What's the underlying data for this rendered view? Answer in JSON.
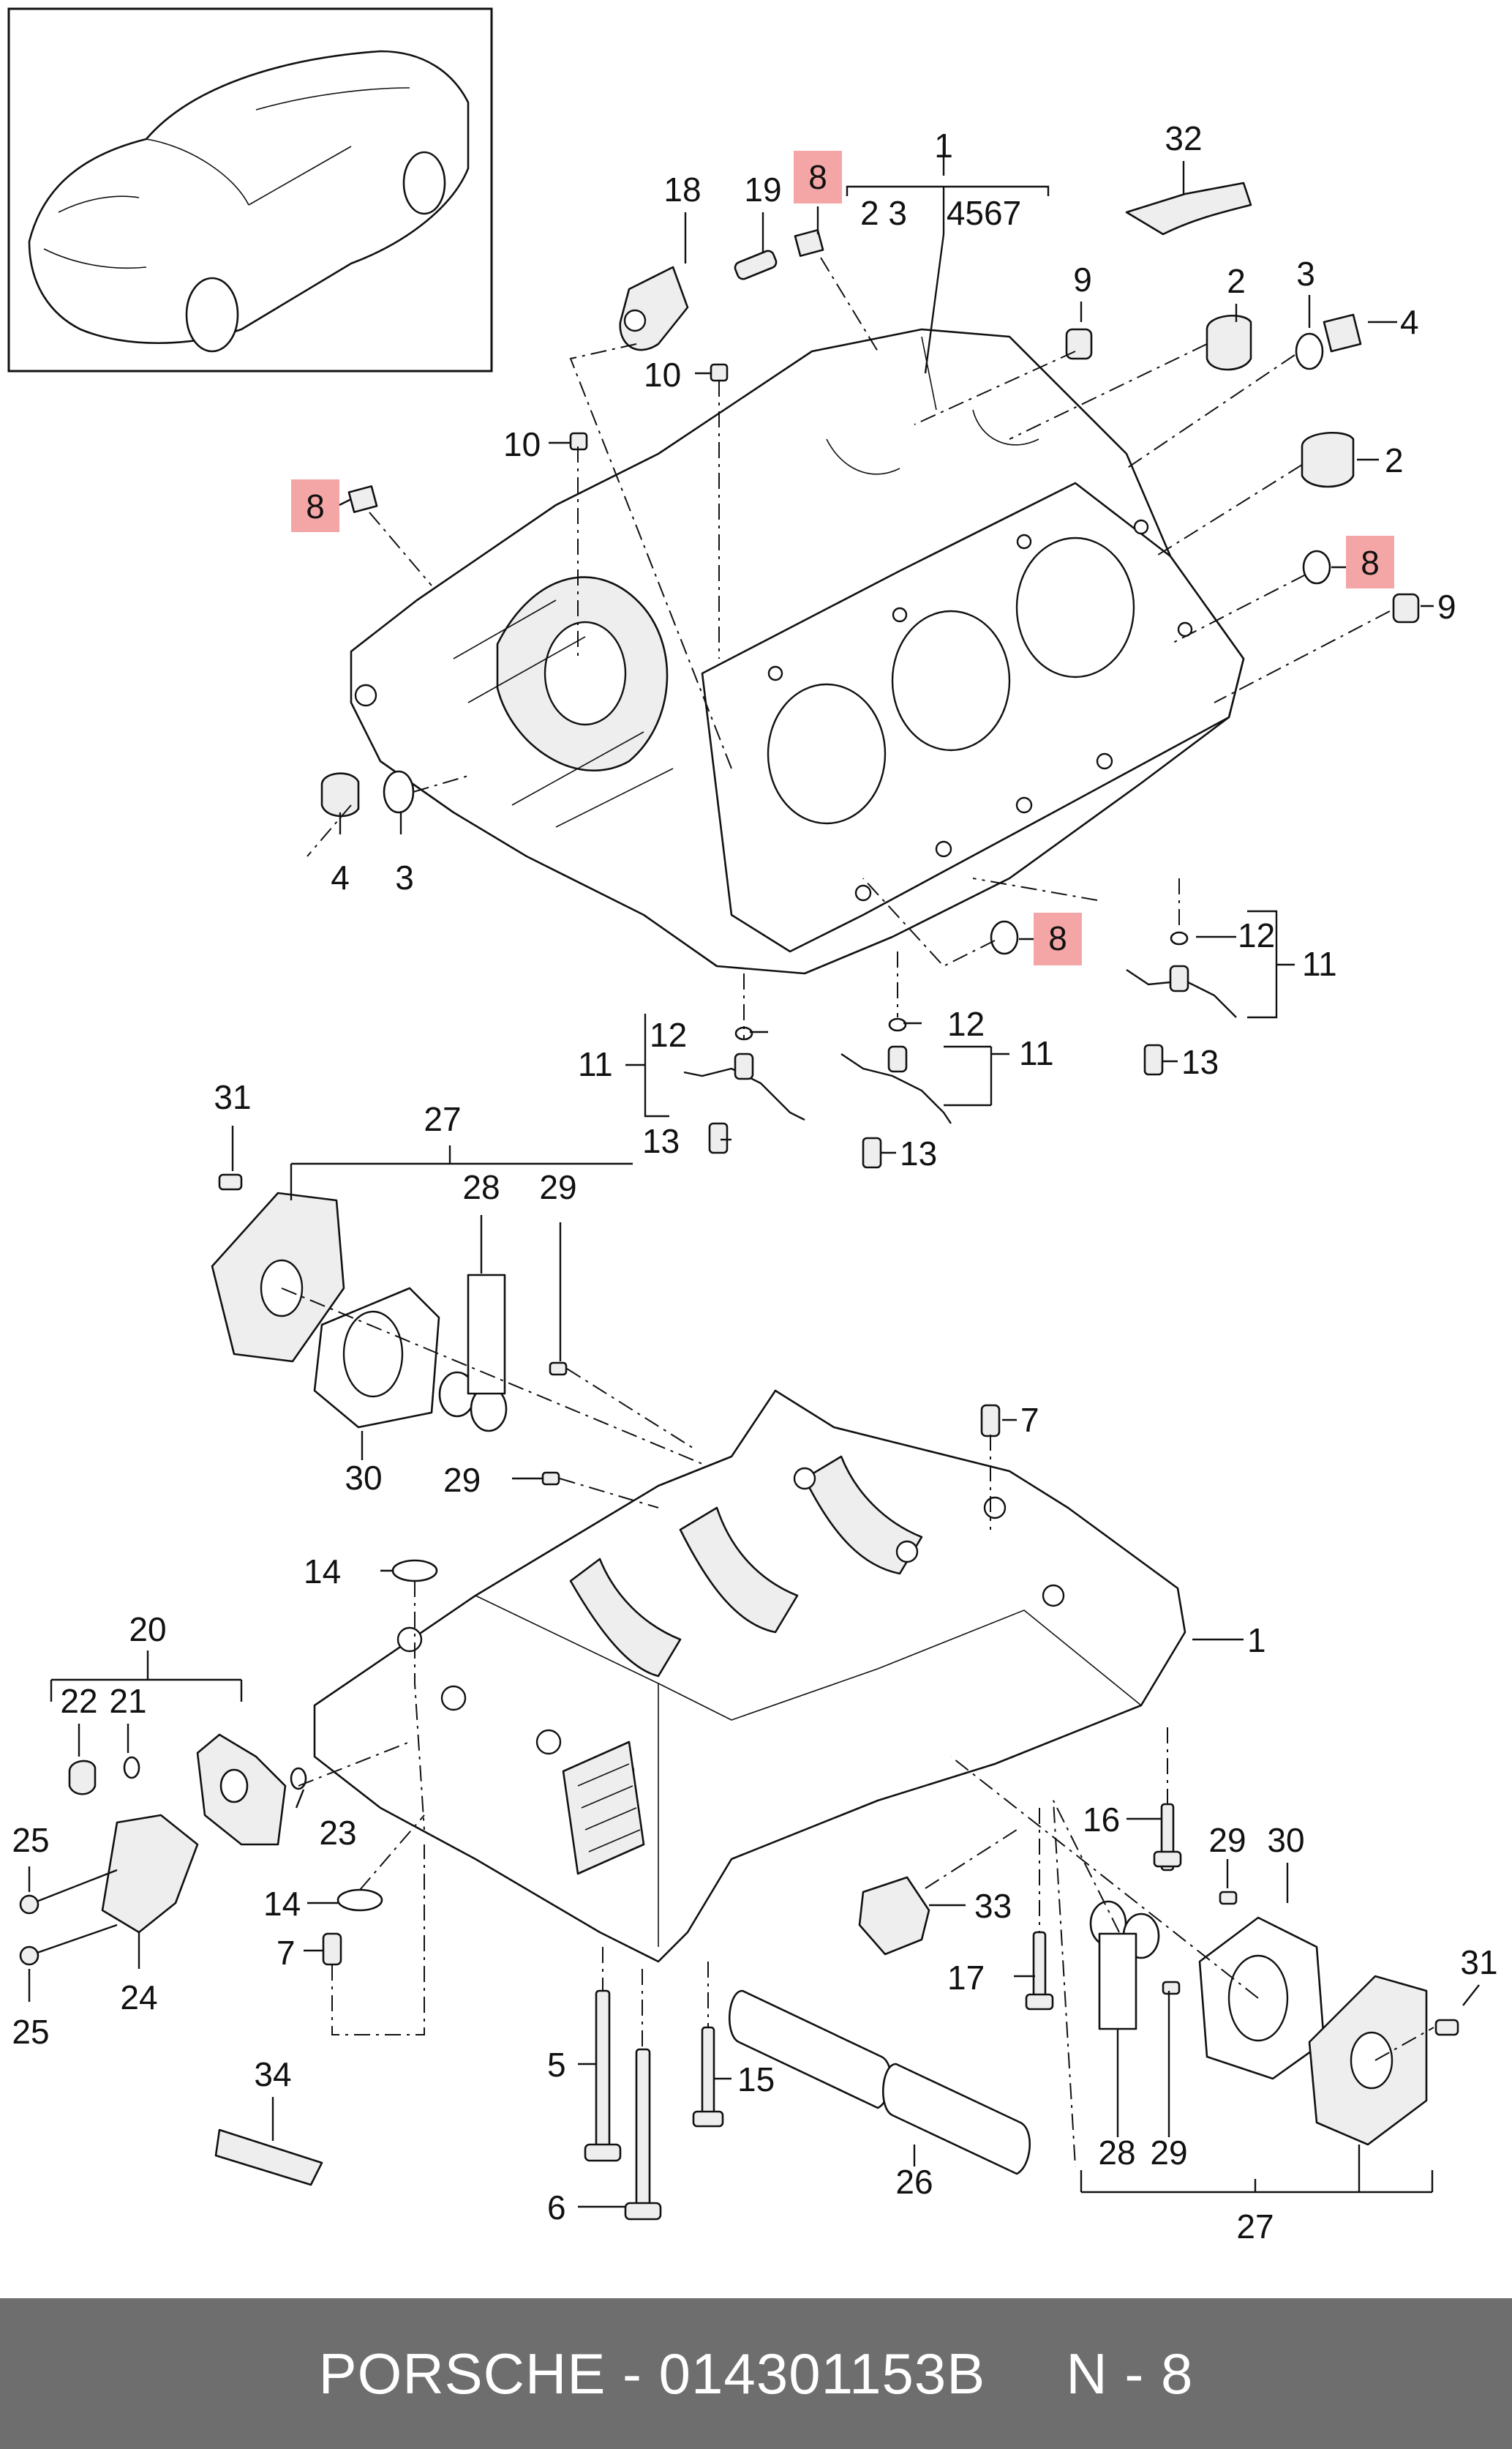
{
  "footer": {
    "part_text": "PORSCHE - 014301153B",
    "ref_text": "N - 8"
  },
  "callouts": {
    "c1_top": "1",
    "c_group_a": "2 3",
    "c_group_b": "4567",
    "c8_top": "8",
    "c18": "18",
    "c19": "19",
    "c32": "32",
    "c9_a": "9",
    "c2_a": "2",
    "c3_a": "3",
    "c4_a": "4",
    "c2_b": "2",
    "c10_a": "10",
    "c10_b": "10",
    "c8_left": "8",
    "c8_right": "8",
    "c9_b": "9",
    "c4_b": "4",
    "c3_b": "3",
    "c8_bottom": "8",
    "c12_a": "12",
    "c11_a": "11",
    "c13_a": "13",
    "c12_b": "12",
    "c11_b": "11",
    "c13_b": "13",
    "c12_c": "12",
    "c11_c": "11",
    "c13_c": "13",
    "c31_a": "31",
    "c27_a": "27",
    "c28_a": "28",
    "c29_a": "29",
    "c30_a": "30",
    "c29_b": "29",
    "c7_a": "7",
    "c14_a": "14",
    "c1_lower": "1",
    "c20": "20",
    "c22": "22",
    "c21": "21",
    "c23": "23",
    "c25_a": "25",
    "c24": "24",
    "c25_b": "25",
    "c14_b": "14",
    "c7_b": "7",
    "c16": "16",
    "c29_c": "29",
    "c30_b": "30",
    "c31_b": "31",
    "c33": "33",
    "c17": "17",
    "c5": "5",
    "c15": "15",
    "c6": "6",
    "c34": "34",
    "c26": "26",
    "c28_b": "28",
    "c29_d": "29",
    "c27_b": "27"
  },
  "colors": {
    "highlight": "#f4a6a6",
    "footer_bg": "#6e6e6e",
    "footer_text": "#ffffff",
    "line": "#111111"
  }
}
